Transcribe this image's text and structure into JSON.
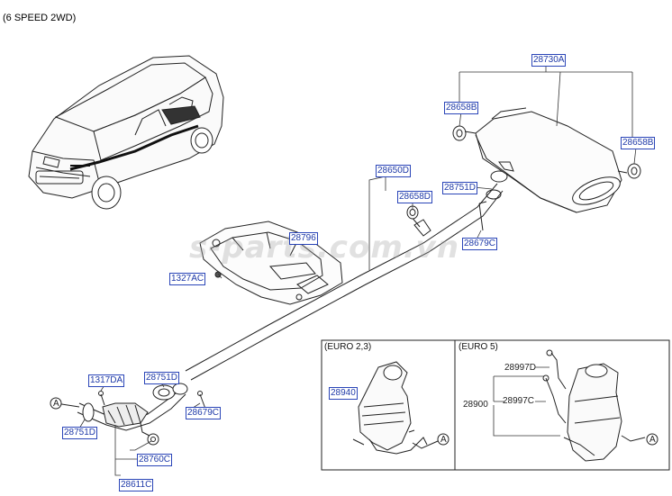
{
  "header": {
    "title": "(6 SPEED 2WD)"
  },
  "watermark": "s-parts.com.vn",
  "boxes": {
    "euro23": "(EURO 2,3)",
    "euro5": "(EURO 5)"
  },
  "ref_marks": {
    "a1": "A",
    "a2": "A",
    "a3": "A"
  },
  "colors": {
    "label_border": "#2a45b8",
    "label_text": "#1f3aa8"
  },
  "labels": {
    "p28730A": "28730A",
    "p28658B_left": "28658B",
    "p28658B_right": "28658B",
    "p28650D": "28650D",
    "p28658D": "28658D",
    "p28751D_top": "28751D",
    "p28679C_top": "28679C",
    "p28796": "28796",
    "p1327AC": "1327AC",
    "p1317DA": "1317DA",
    "p28751D_mid": "28751D",
    "p28679C_low": "28679C",
    "p28751D_left": "28751D",
    "p28760C": "28760C",
    "p28611C": "28611C",
    "p28940": "28940",
    "p28997D": "28997D",
    "p28997C": "28997C",
    "p28900": "28900"
  }
}
